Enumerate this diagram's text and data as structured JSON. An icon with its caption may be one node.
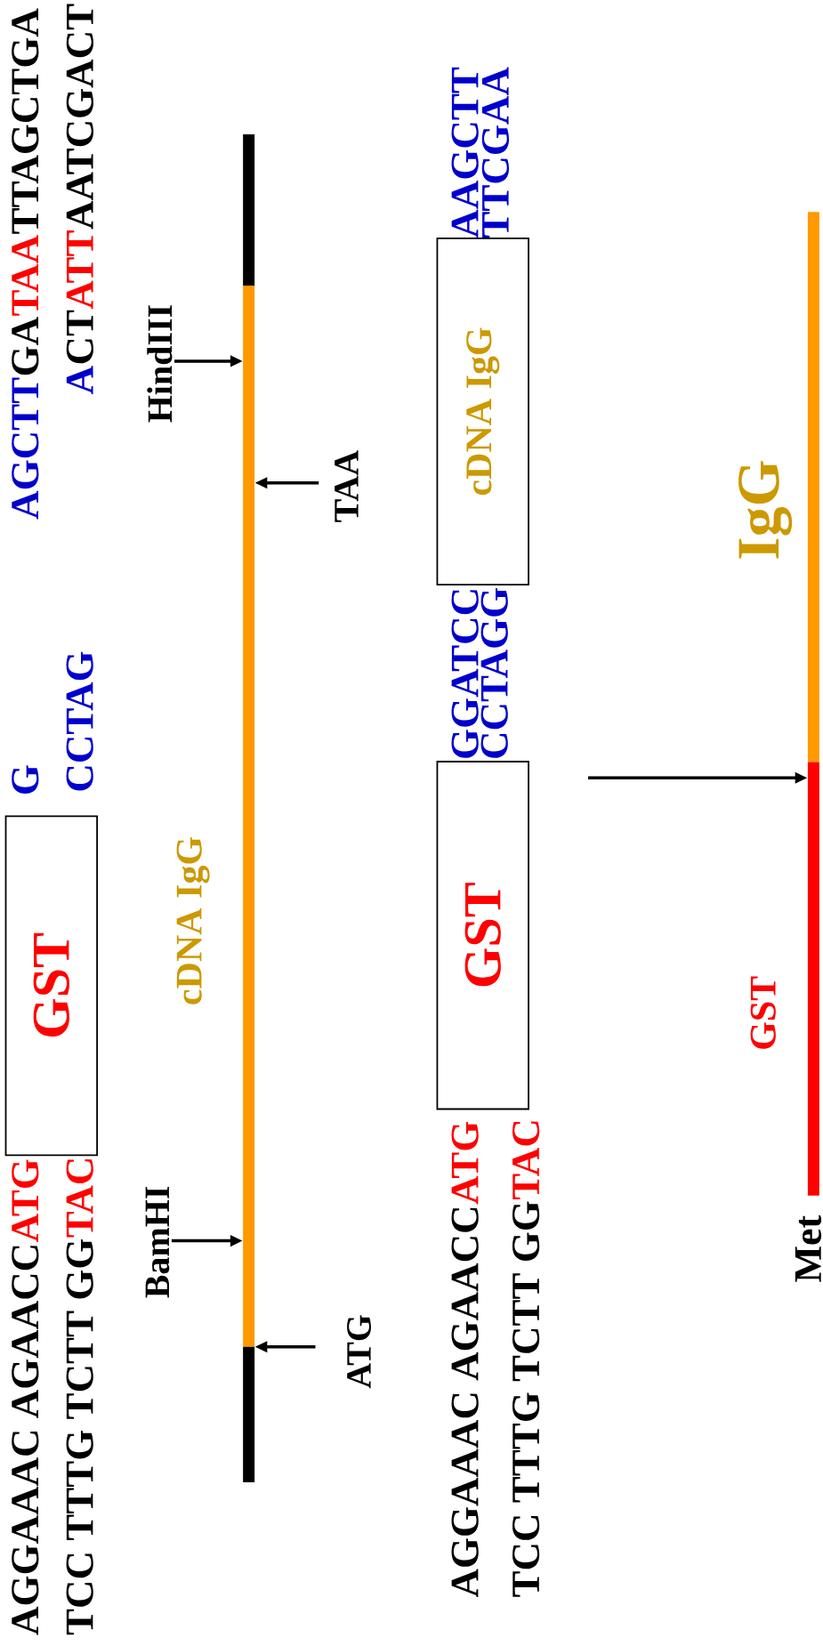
{
  "diagram": {
    "nodes": [
      {
        "text": [
          "GST"
        ]
      },
      {
        "text": [],
        "shape": "bar",
        "beside": [
          "cDNA IgG"
        ]
      },
      {
        "text": [
          "HindIII"
        ]
      },
      {
        "text": [
          "TAA"
        ]
      },
      {
        "text": [
          "BamHI"
        ]
      },
      {
        "text": [
          "ATG"
        ]
      },
      {
        "text": [
          "cDNA IgG"
        ]
      },
      {
        "text": [
          "GST"
        ]
      },
      {
        "text": [],
        "shape": "bar",
        "beside": [
          "IgG"
        ]
      },
      {
        "text": [],
        "shape": "bar",
        "beside": [
          "GST",
          "Met"
        ]
      }
    ],
    "edges": [
      {
        "from": 2,
        "to": 1,
        "arrow": "to"
      },
      {
        "from": 3,
        "to": 1,
        "arrow": "to"
      },
      {
        "from": 4,
        "to": 1,
        "arrow": "to"
      },
      {
        "from": 5,
        "to": 1,
        "arrow": "to"
      },
      {
        "from": 7,
        "to": 9,
        "arrow": "to"
      }
    ],
    "labels": [
      "AGGAAAC AGAACC",
      "ATG",
      "G",
      "AGCTT",
      "GA",
      "TAA",
      "TTAGCTGA",
      "TCC TTTG TCTT GG",
      "TAC",
      "CCTAG",
      "A",
      "CT",
      "ATT",
      "AATCGACT",
      "AGGAAAC AGAACC",
      "ATG",
      "TCC TTTG TCTT GG",
      "TAC",
      "GGATCC",
      "CCTAGG",
      "AAGCTT",
      "TTCGAA"
    ]
  }
}
